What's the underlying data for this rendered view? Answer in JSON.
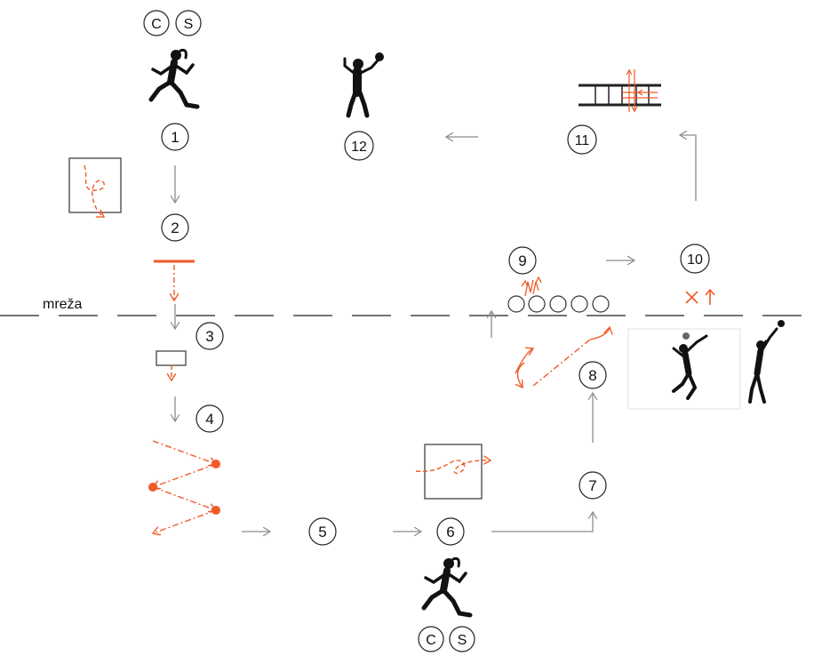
{
  "net_label": "mreža",
  "colors": {
    "orange": "#f05a28",
    "grey": "#8c8c8c",
    "black": "#111111"
  },
  "stations": [
    {
      "number": "1"
    },
    {
      "number": "2"
    },
    {
      "number": "3"
    },
    {
      "number": "4"
    },
    {
      "number": "5"
    },
    {
      "number": "6"
    },
    {
      "number": "7"
    },
    {
      "number": "8"
    },
    {
      "number": "9"
    },
    {
      "number": "10"
    },
    {
      "number": "11"
    },
    {
      "number": "12"
    }
  ],
  "badges_top": [
    "C",
    "S"
  ],
  "badges_bottom": [
    "C",
    "S"
  ],
  "icons": {
    "runner": "running-woman-icon",
    "thrower": "ball-thrower-icon",
    "spiker": "volleyball-spiker-icon",
    "ladder": "agility-ladder-icon",
    "hurdle": "hurdle-icon",
    "cones": "cone-row-icon"
  }
}
